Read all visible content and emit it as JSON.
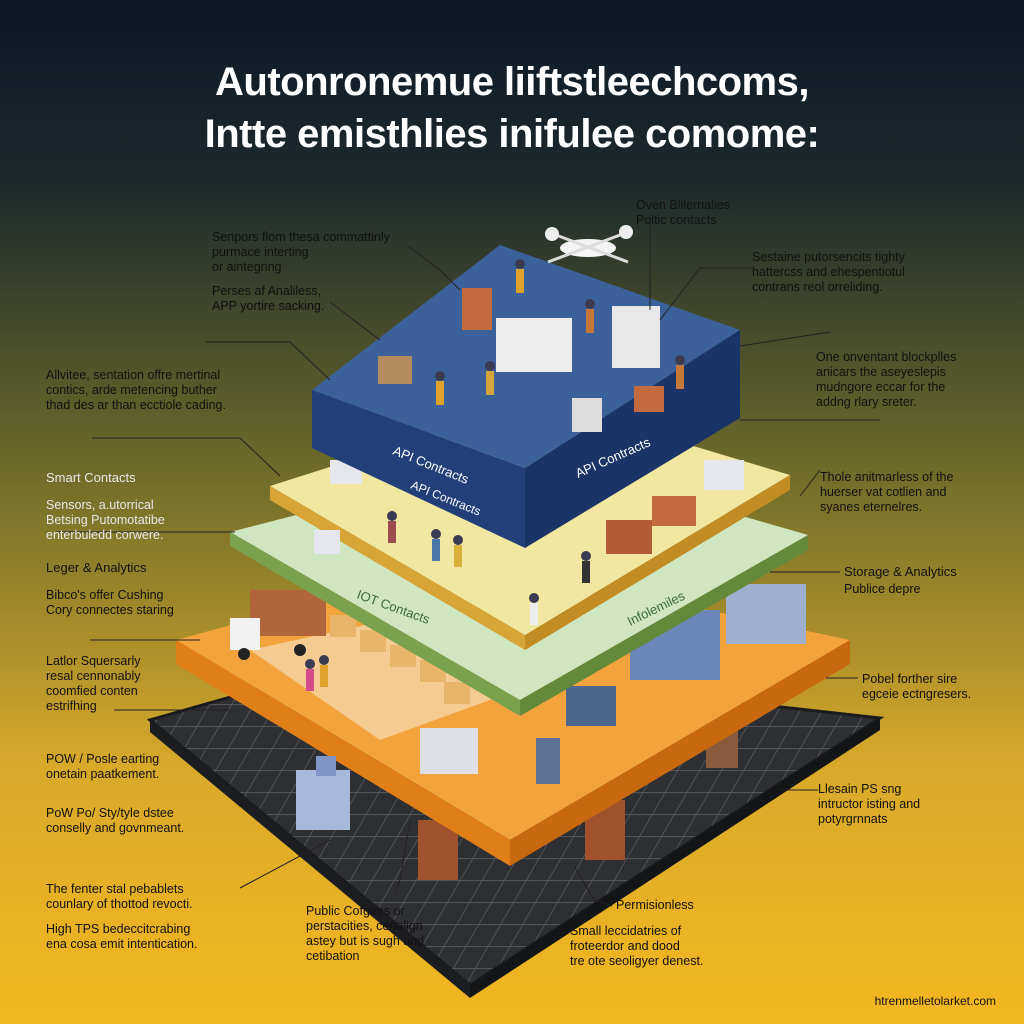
{
  "title": {
    "line1": "Autonronemue liiftstleechcoms,",
    "line2": "Intte emisthlies inifulee comome:"
  },
  "layers": {
    "top": {
      "label_a": "API Contracts",
      "label_b": "API Contracts",
      "label_c": "API Contracts",
      "color": "#3c609a"
    },
    "yellow": {
      "color": "#f1e7a0"
    },
    "green": {
      "label": "IOT Contacts",
      "label_b": "Infolemiles",
      "color": "#cfe6c1"
    },
    "orange": {
      "color": "#f2a33b"
    },
    "base": {
      "color": "#2e2f33"
    }
  },
  "callouts_left": [
    "Senpors flom thesa commattinly\npurmace interting\nor aintegring",
    "Perses af Analiless,\nAPP yortire sacking.",
    "Allvitee, sentation offre mertinal\ncontics, arde metencing buther\nthad des ar than ecctiole cading.",
    "Smart Contacts",
    "Sensors, a.utorrical\nBetsing Putomotatibe\nenterbuledd corwere.",
    "Leger & Analytics",
    "Bibco's offer Cushing\nCory connectes staring",
    "Latlor Squersarly\nresal cennonably\ncoomfied conten\nestrifhing",
    "POW / Posle earting\nonetain paatkement.",
    "PoW Po/ Sty/tyle dstee\nconselly and govnmeant.",
    "The fenter stal pebablets\ncounlary of thottod revocti.",
    "High TPS bedeccitcrabing\nena cosa emit intentication."
  ],
  "callouts_right": [
    "Oven Blilernalies\nPoltic contacts",
    "Sestaine putorsencits tighty\nhattercss and ehespentiotul\ncontrans reol orreliding.",
    "One onventant blockplles\nanicars the aseyeslepis\nmudngore eccar for the\naddng rlary sreter.",
    "Thole anitmarless of the\nhuerser vat cotlien and\nsyanes eternelres.",
    "Storage & Analytics",
    "Publice depre",
    "Pobel forther sire\negceie ectngresers.",
    "Llesain PS sng\nintructor isting and\npotyrgrnnats",
    "Permisionless",
    "Small leccidatries of\nfroteerdor and dood\ntre ote seoligyer denest."
  ],
  "callout_bottom_center": "Public Cofgires or\nperstacities, cenalign\nastey but is sugh and\ncetibation",
  "footer": "htrenmelletolarket.com",
  "colors": {
    "accent_blue": "#3c609a",
    "accent_orange": "#f2a33b",
    "background_bottom": "#f3b820",
    "background_top": "#0d1726"
  }
}
